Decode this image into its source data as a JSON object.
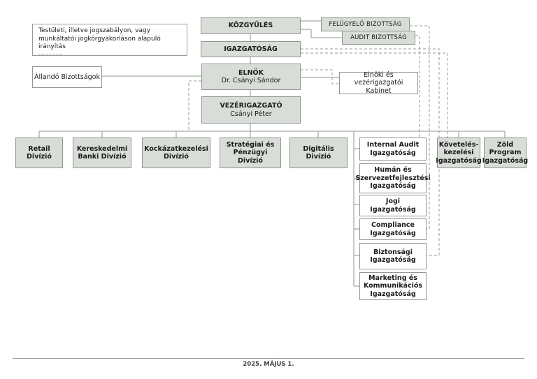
{
  "legend": {
    "text": "Testületi, illetve jogszabályon, vagy munkáltatói jogkörgyakorláson alapuló irányítás"
  },
  "boxes": {
    "kozgyules": "KÖZGYŰLÉS",
    "felugyelo": "FELÜGYELŐ BIZOTTSÁG",
    "audit": "AUDIT BIZOTTSÁG",
    "igazgatosag": "IGAZGATÓSÁG",
    "allando": "Állandó Bizottságok",
    "elnok_title": "ELNÖK",
    "elnok_name": "Dr. Csányi Sándor",
    "kabinet": "Elnöki és vezérigazgatói\nKabinet",
    "vezer_title": "VEZÉRIGAZGATÓ",
    "vezer_name": "Csányi Péter"
  },
  "divisions": [
    "Retail Divízió",
    "Kereskedelmi\nBanki Divízió",
    "Kockázatkezelési\nDivízió",
    "Stratégiai és\nPénzügyi Divízió",
    "Digitális Divízió"
  ],
  "directorates": [
    "Internal Audit\nIgazgatóság",
    "Humán és\nSzervezetfejlesztési\nIgazgatóság",
    "Jogi\nIgazgatóság",
    "Compliance\nIgazgatóság",
    "Biztonsági\nIgazgatóság",
    "Marketing és\nKommunikációs\nIgazgatóság"
  ],
  "right_boxes": [
    "Követelés-\nkezelési\nIgazgatóság",
    "Zöld\nProgram\nIgazgatóság"
  ],
  "footer": "2025. MÁJUS 1."
}
